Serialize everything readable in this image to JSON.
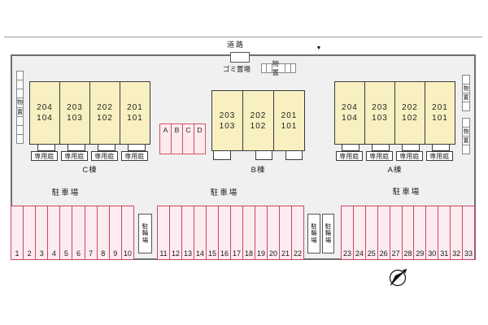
{
  "road": {
    "label": "道路",
    "entrance_marker": "▼"
  },
  "garbage": {
    "label": "ゴミ置場"
  },
  "storage": {
    "label": "物置"
  },
  "garden_label": "専用庭",
  "buildings": [
    {
      "label": "C棟",
      "units": [
        [
          "204",
          "104"
        ],
        [
          "203",
          "103"
        ],
        [
          "202",
          "102"
        ],
        [
          "201",
          "101"
        ]
      ]
    },
    {
      "label": "B棟",
      "units": [
        [
          "203",
          "103"
        ],
        [
          "202",
          "102"
        ],
        [
          "201",
          "101"
        ]
      ]
    },
    {
      "label": "A棟",
      "units": [
        [
          "204",
          "104"
        ],
        [
          "203",
          "103"
        ],
        [
          "202",
          "102"
        ],
        [
          "201",
          "101"
        ]
      ]
    }
  ],
  "carports": {
    "cells": [
      "A",
      "B",
      "C",
      "D"
    ]
  },
  "parking": {
    "label": "駐車場",
    "sections": [
      {
        "stalls": [
          "1",
          "2",
          "3",
          "4",
          "5",
          "6",
          "7",
          "8",
          "9",
          "10"
        ]
      },
      {
        "stalls": [
          "11",
          "12",
          "13",
          "14",
          "15",
          "16",
          "17",
          "18",
          "19",
          "20",
          "21",
          "22"
        ]
      },
      {
        "stalls": [
          "23",
          "24",
          "25",
          "26",
          "27",
          "28",
          "29",
          "30",
          "31",
          "32",
          "33"
        ]
      }
    ]
  },
  "bicycle": {
    "label": "駐輪場"
  },
  "colors": {
    "site_bg": "#f0f0f0",
    "building_fill": "#f8f0c0",
    "building_border": "#3a3a3a",
    "parking_fill": "#fcebf0",
    "parking_border": "#c84a5f",
    "boundary": "#6e6e6e",
    "road_line": "#999999"
  }
}
